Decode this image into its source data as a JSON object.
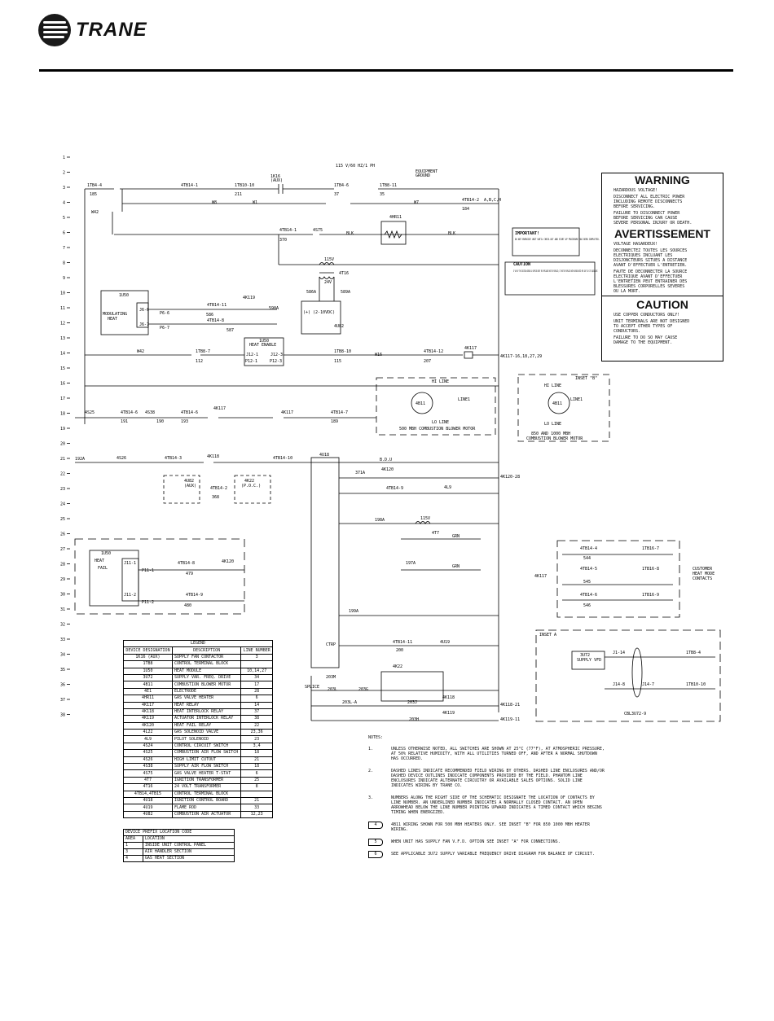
{
  "header": {
    "brand": "TRANE"
  },
  "diagram": {
    "line_numbers": [
      "1",
      "2",
      "3",
      "4",
      "5",
      "6",
      "7",
      "8",
      "9",
      "10",
      "11",
      "12",
      "13",
      "14",
      "15",
      "16",
      "17",
      "18",
      "19",
      "20",
      "21",
      "22",
      "23",
      "24",
      "25",
      "26",
      "27",
      "28",
      "29",
      "30",
      "31",
      "32",
      "33",
      "34",
      "35",
      "36",
      "37",
      "38"
    ],
    "labels": [
      {
        "t": "115 V/60 HZ/1 PH"
      },
      {
        "t": "EQUIPMENT"
      },
      {
        "t": "GROUND"
      },
      {
        "t": "1TB4-4"
      },
      {
        "t": "1K16"
      },
      {
        "t": "(AUX)"
      },
      {
        "t": "1TB4-6"
      },
      {
        "t": "1TB8-11"
      },
      {
        "t": "1TB10-10"
      },
      {
        "t": "4TB14-1"
      },
      {
        "t": "4TB14-2"
      },
      {
        "t": "185"
      },
      {
        "t": "211"
      },
      {
        "t": "37"
      },
      {
        "t": "35"
      },
      {
        "t": "184"
      },
      {
        "t": "A,B,C,H"
      },
      {
        "t": "W42"
      },
      {
        "t": "W8"
      },
      {
        "t": "W1"
      },
      {
        "t": "W7"
      },
      {
        "t": "4TB14-1"
      },
      {
        "t": "4S75"
      },
      {
        "t": "BLK"
      },
      {
        "t": "4HR11"
      },
      {
        "t": "BLK"
      },
      {
        "t": "370"
      },
      {
        "t": "115V"
      },
      {
        "t": "4T16"
      },
      {
        "t": "24V"
      },
      {
        "t": "586A"
      },
      {
        "t": "589A"
      },
      {
        "t": "1U50"
      },
      {
        "t": "MODULATING"
      },
      {
        "t": "HEAT"
      },
      {
        "t": "J6-6"
      },
      {
        "t": "J6-7"
      },
      {
        "t": "P6-6"
      },
      {
        "t": "P6-7"
      },
      {
        "t": "4TB14-11"
      },
      {
        "t": "4TB14-8"
      },
      {
        "t": "4K119"
      },
      {
        "t": "590A"
      },
      {
        "t": "586"
      },
      {
        "t": "587"
      },
      {
        "t": "(+) (2-10VDC)"
      },
      {
        "t": "4U82"
      },
      {
        "t": "1TB8-7"
      },
      {
        "t": "1U50"
      },
      {
        "t": "HEAT ENABLE"
      },
      {
        "t": "J12-1"
      },
      {
        "t": "J12-3"
      },
      {
        "t": "P12-1"
      },
      {
        "t": "P12-3"
      },
      {
        "t": "1TB8-10"
      },
      {
        "t": "4TB14-12"
      },
      {
        "t": "4K117"
      },
      {
        "t": "4K117-16,18,27,29"
      },
      {
        "t": "W42"
      },
      {
        "t": "112"
      },
      {
        "t": "115"
      },
      {
        "t": "W16"
      },
      {
        "t": "207"
      },
      {
        "t": "HI LINE"
      },
      {
        "t": "4B11"
      },
      {
        "t": "LINE1"
      },
      {
        "t": "LO LINE"
      },
      {
        "t": "500 MBH COMBUSTION BLOWER MOTOR"
      },
      {
        "t": "INSET \"B\""
      },
      {
        "t": "HI LINE"
      },
      {
        "t": "4B11"
      },
      {
        "t": "LINE1"
      },
      {
        "t": "LO LINE"
      },
      {
        "t": "850 AND 1000 MBH"
      },
      {
        "t": "COMBUSTION BLOWER MOTOR"
      },
      {
        "t": "4S25"
      },
      {
        "t": "4TB14-6"
      },
      {
        "t": "4S38"
      },
      {
        "t": "4TB14-6"
      },
      {
        "t": "4K117"
      },
      {
        "t": "4TB14-7"
      },
      {
        "t": "4K117"
      },
      {
        "t": "191"
      },
      {
        "t": "190"
      },
      {
        "t": "193"
      },
      {
        "t": "189"
      },
      {
        "t": "192A"
      },
      {
        "t": "4S26"
      },
      {
        "t": "4TB14-3"
      },
      {
        "t": "4K118"
      },
      {
        "t": "4TB14-10"
      },
      {
        "t": "4U18"
      },
      {
        "t": "B.D.U"
      },
      {
        "t": "4U82"
      },
      {
        "t": "(AUX)"
      },
      {
        "t": "4K22"
      },
      {
        "t": "(P.O.C.)"
      },
      {
        "t": "4TB14-2"
      },
      {
        "t": "368"
      },
      {
        "t": "371A"
      },
      {
        "t": "4K120"
      },
      {
        "t": "4TB14-9"
      },
      {
        "t": "4L9"
      },
      {
        "t": "4K120-28"
      },
      {
        "t": "198A"
      },
      {
        "t": "115V"
      },
      {
        "t": "4T7"
      },
      {
        "t": "GRN"
      },
      {
        "t": "197A"
      },
      {
        "t": "GRN"
      },
      {
        "t": "199A"
      },
      {
        "t": "CTRP"
      },
      {
        "t": "4TB14-11"
      },
      {
        "t": "4U19"
      },
      {
        "t": "200"
      },
      {
        "t": "1U50"
      },
      {
        "t": "HEAT"
      },
      {
        "t": "FAIL"
      },
      {
        "t": "J11-1"
      },
      {
        "t": "J11-2"
      },
      {
        "t": "P11-1"
      },
      {
        "t": "P11-2"
      },
      {
        "t": "4TB14-8"
      },
      {
        "t": "4TB14-9"
      },
      {
        "t": "4K120"
      },
      {
        "t": "479"
      },
      {
        "t": "480"
      },
      {
        "t": "4TB14-4"
      },
      {
        "t": "4TB14-5"
      },
      {
        "t": "4TB14-6"
      },
      {
        "t": "1TB16-7"
      },
      {
        "t": "1TB16-8"
      },
      {
        "t": "1TB16-9"
      },
      {
        "t": "544"
      },
      {
        "t": "545"
      },
      {
        "t": "546"
      },
      {
        "t": "4K117"
      },
      {
        "t": "CUSTOMER"
      },
      {
        "t": "HEAT MODE"
      },
      {
        "t": "CONTACTS"
      },
      {
        "t": "INSET A"
      },
      {
        "t": "3U72"
      },
      {
        "t": "SUPPLY VFD"
      },
      {
        "t": "J1-14"
      },
      {
        "t": "J14-8"
      },
      {
        "t": "J14-7"
      },
      {
        "t": "1TB8-4"
      },
      {
        "t": "1TB10-10"
      },
      {
        "t": "CBL3U72-9"
      },
      {
        "t": "SPLICE"
      },
      {
        "t": "203M"
      },
      {
        "t": "203L"
      },
      {
        "t": "203G"
      },
      {
        "t": "4K22"
      },
      {
        "t": "4K118"
      },
      {
        "t": "4K118-21"
      },
      {
        "t": "4K119-11"
      },
      {
        "t": "4K119"
      },
      {
        "t": "203J"
      },
      {
        "t": "203H"
      },
      {
        "t": "203L-A"
      },
      {
        "t": "IMPORTANT!"
      },
      {
        "t": "DO NOT ENERGIZE UNIT UNTIL CHECK-OUT AND START-UP PROCEDURE HAS BEEN COMPLETED."
      },
      {
        "t": "CAUTION"
      },
      {
        "t": "IF ANY OF THE EXISTING WIRING AS SUPPLIED WITH THE APPLIANCE MUST BE REPLACED, IT MUST BE REPLACED WITH WIRING RATED FOR 105°C OR ITS EQUIVALENT."
      }
    ]
  },
  "warning": {
    "warning_title": "WARNING",
    "warning_l1": "HAZARDOUS VOLTAGE!",
    "warning_l2": "DISCONNECT ALL ELECTRIC POWER\nINCLUDING REMOTE DISCONNECTS\nBEFORE SERVICING.",
    "warning_l3": "FAILURE TO DISCONNECT POWER\nBEFORE SERVICING CAN CAUSE\nSEVERE PERSONAL INJURY OR DEATH.",
    "avert_title": "AVERTISSEMENT",
    "avert_l1": "VOLTAGE HASARDEUX!",
    "avert_l2": "DECONNECTEZ TOUTES LES SOURCES\nELECTRIQUES INCLUANT LES\nDISJONCTEURS SITUES A DISTANCE\nAVANT D'EFFECTUER L'ENTRETIEN.",
    "avert_l3": "FAUTE DE DECONNECTER LA SOURCE\nELECTRIQUE AVANT D'EFFECTUER\nL'ENTRETIEN PEUT ENTRAINER DES\nBLESSURES CORPORELLES SEVERES\nOU LA MORT.",
    "caution_title": "CAUTION",
    "caution_l1": "USE COPPER CONDUCTORS ONLY!",
    "caution_l2": "UNIT TERMINALS ARE NOT DESIGNED\nTO ACCEPT OTHER TYPES OF\nCONDUCTORS.",
    "caution_l3": "FAILURE TO DO SO MAY CAUSE\nDAMAGE TO THE EQUIPMENT."
  },
  "legend": {
    "title": "LEGEND",
    "col_device": "DEVICE DESIGNATION",
    "col_desc": "DESCRIPTION",
    "col_line": "LINE NUMBER",
    "rows": [
      {
        "d": "1K16 (AUX)",
        "desc": "SUPPLY FAN CONTACTOR",
        "n": "3"
      },
      {
        "d": "1TB8",
        "desc": "CONTROL TERMINAL BLOCK",
        "n": ""
      },
      {
        "d": "1U50",
        "desc": "HEAT MODULE",
        "n": "10,14,27"
      },
      {
        "d": "3U72",
        "desc": "SUPPLY VAR. FREQ. DRIVE",
        "n": "34"
      },
      {
        "d": "4B11",
        "desc": "COMBUSTION BLOWER MOTOR",
        "n": "17"
      },
      {
        "d": "4E1",
        "desc": "ELECTRODE",
        "n": "28"
      },
      {
        "d": "4HR11",
        "desc": "GAS VALVE HEATER",
        "n": "6"
      },
      {
        "d": "4K117",
        "desc": "HEAT RELAY",
        "n": "14"
      },
      {
        "d": "4K118",
        "desc": "HEAT INTERLOCK RELAY",
        "n": "37"
      },
      {
        "d": "4K119",
        "desc": "ACTUATOR INTERLOCK RELAY",
        "n": "38"
      },
      {
        "d": "4K120",
        "desc": "HEAT FAIL RELAY",
        "n": "22"
      },
      {
        "d": "4L22",
        "desc": "GAS SOLENOID VALVE",
        "n": "23,36"
      },
      {
        "d": "4L9",
        "desc": "PILOT SOLENOID",
        "n": "23"
      },
      {
        "d": "4S24",
        "desc": "CONTROL CIRCUIT SWITCH",
        "n": "3,4"
      },
      {
        "d": "4S25",
        "desc": "COMBUSTION AIR FLOW SWITCH",
        "n": "18"
      },
      {
        "d": "4S26",
        "desc": "HIGH LIMIT CUTOUT",
        "n": "21"
      },
      {
        "d": "4S38",
        "desc": "SUPPLY AIR FLOW SWITCH",
        "n": "18"
      },
      {
        "d": "4S75",
        "desc": "GAS VALVE HEATER T-STAT",
        "n": "6"
      },
      {
        "d": "4T7",
        "desc": "IGNITION TRANSFORMER",
        "n": "25"
      },
      {
        "d": "4T16",
        "desc": "24 VOLT TRANSFORMER",
        "n": "8"
      },
      {
        "d": "4TB14,4TB15",
        "desc": "CONTROL TERMINAL BLOCK",
        "n": ""
      },
      {
        "d": "4U18",
        "desc": "IGNITION CONTROL BOARD",
        "n": "21"
      },
      {
        "d": "4U19",
        "desc": "FLAME ROD",
        "n": "33"
      },
      {
        "d": "4U82",
        "desc": "COMBUSTION AIR ACTUATOR",
        "n": "12,23"
      }
    ]
  },
  "prefix": {
    "title": "DEVICE PREFIX LOCATION CODE",
    "col_area": "AREA",
    "col_loc": "LOCATION",
    "rows": [
      {
        "a": "1",
        "l": "INSIDE UNIT CONTROL PANEL"
      },
      {
        "a": "3",
        "l": "AIR HANDLER SECTION"
      },
      {
        "a": "4",
        "l": "GAS HEAT SECTION"
      }
    ]
  },
  "notes": {
    "title": "NOTES:",
    "n1": "UNLESS OTHERWISE NOTED, ALL SWITCHES ARE SHOWN AT 25°C (77°F), AT ATMOSPHERIC PRESSURE, AT 50% RELATIVE HUMIDITY, WITH ALL UTILITIES TURNED OFF, AND AFTER A NORMAL SHUTDOWN HAS OCCURRED.",
    "n2": "DASHED LINES INDICATE RECOMMENDED FIELD WIRING BY OTHERS. DASHED LINE ENCLOSURES AND/OR DASHED DEVICE OUTLINES INDICATE COMPONENTS PROVIDED BY THE FIELD. PHANTOM LINE ENCLOSURES INDICATE ALTERNATE CIRCUITRY OR AVAILABLE SALES OPTIONS. SOLID LINE INDICATES WIRING BY TRANE CO.",
    "n3": "NUMBERS ALONG THE RIGHT SIDE OF THE SCHEMATIC DESIGNATE THE LOCATION OF CONTACTS BY LINE NUMBER. AN UNDERLINED NUMBER INDICATES A NORMALLY CLOSED CONTACT. AN OPEN ARROWHEAD BELOW THE LINE NUMBER POINTING UPWARD INDICATES A TIMED CONTACT WHICH BEGINS TIMING WHEN ENERGIZED.",
    "n4": "4B11 WIRING SHOWN FOR 500 MBH HEATERS ONLY. SEE INSET \"B\" FOR 850 1000 MBH HEATER WIRING.",
    "n5": "WHEN UNIT HAS SUPPLY FAN V.F.D. OPTION SEE INSET \"A\" FOR CONNECTIONS.",
    "n6": "SEE APPLICABLE 3U72 SUPPLY VARIABLE FREQUENCY DRIVE DIAGRAM FOR BALANCE OF CIRCUIT."
  }
}
